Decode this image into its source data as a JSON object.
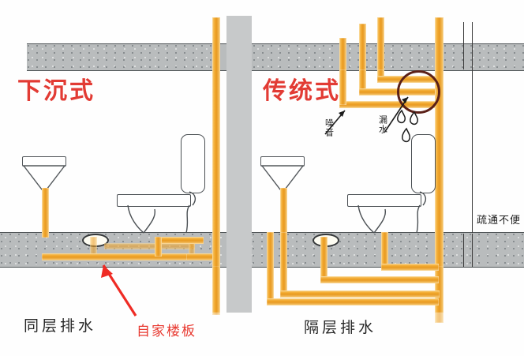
{
  "diagram": {
    "title_left": "下沉式",
    "title_right": "传统式",
    "caption_left": "同层排水",
    "caption_right": "隔层排水",
    "note_red": "自家楼板",
    "annotation_noise": "噪音",
    "annotation_leak": "漏水",
    "annotation_right": "疏通不便"
  },
  "colors": {
    "pipe": "#f0a830",
    "pipe_light": "#f8cf7c",
    "slab": "#b9bcbd",
    "slab_edge": "#4e5356",
    "wall": "#c7c9ca",
    "red": "#e23b34",
    "leak_ring": "#5b2018",
    "arrow_red": "#ef2b24",
    "ink": "#2b2b2b"
  },
  "elements": {
    "basin_left": "wash-basin",
    "basin_right": "wash-basin",
    "toilet_left": "toilet",
    "toilet_right": "toilet",
    "drain_left": "floor-drain",
    "drain_right": "floor-drain",
    "slab_top": "ceiling-slab",
    "slab_bottom": "floor-slab",
    "riser_center": "vertical-stack-pipe",
    "riser_right": "vertical-stack-pipe",
    "shaft": "pipe-shaft-wall",
    "leak_marker": "leak-point-circle",
    "drip_1": "water-drop",
    "drip_2": "water-drop",
    "drip_3": "water-drop"
  }
}
